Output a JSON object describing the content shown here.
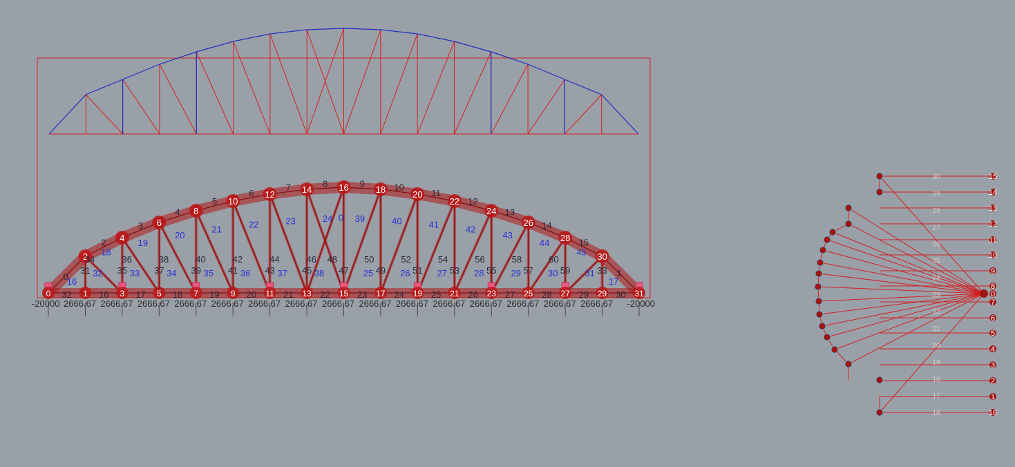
{
  "viewport": {
    "background": "#9aa0a8",
    "colors": {
      "frame": "#d42020",
      "arch_line": "#2030c0",
      "member_line": "#d42020",
      "pipe_fill": "#b01818",
      "node_fill": "#b81a1a",
      "node_label": "#ffffff",
      "support": "#e85a80",
      "label_dark": "#2a2a3a",
      "label_blue": "#2433d6",
      "force_node": "#9e1515",
      "force_outline": "#4fc0e0",
      "force_text": "#d8c8c8"
    }
  },
  "truss": {
    "top_node_labels": [
      "2",
      "4",
      "6",
      "8",
      "10",
      "12",
      "14",
      "16",
      "18",
      "20",
      "22",
      "24",
      "26",
      "28",
      "30"
    ],
    "bottom_node_labels": [
      "0",
      "1",
      "3",
      "5",
      "7",
      "9",
      "11",
      "13",
      "15",
      "17",
      "19",
      "21",
      "23",
      "25",
      "27",
      "29",
      "31"
    ],
    "top_chord_labels": [
      "2",
      "3",
      "4",
      "5",
      "6",
      "7",
      "8",
      "9",
      "10",
      "11",
      "12",
      "13",
      "14",
      "15"
    ],
    "bottom_chord_labels": [
      "32",
      "16",
      "17",
      "18",
      "19",
      "20",
      "21",
      "22",
      "23",
      "24",
      "25",
      "26",
      "27",
      "28",
      "29",
      "30"
    ],
    "end_labels": [
      "0",
      "1"
    ],
    "vertical_labels": [
      "31",
      "35",
      "37",
      "39",
      "41",
      "43",
      "45",
      "47",
      "49",
      "51",
      "53",
      "55",
      "57",
      "59",
      "33"
    ],
    "diagonal_labels": [
      "34",
      "36",
      "38",
      "40",
      "42",
      "44",
      "46",
      "48",
      "50",
      "52",
      "54",
      "56",
      "58",
      "60"
    ],
    "blue_diagonal_labels": [
      "18",
      "19",
      "20",
      "21",
      "22",
      "23",
      "24",
      "0",
      "39",
      "40",
      "41",
      "42",
      "43",
      "44",
      "45"
    ],
    "blue_inner_labels": [
      "32",
      "33",
      "34",
      "35",
      "36",
      "37",
      "38",
      "25",
      "26",
      "27",
      "28",
      "29",
      "30",
      "31"
    ],
    "blue_end_labels": [
      "16",
      "17"
    ],
    "dimension_labels": [
      "-20000",
      "2666.67",
      "2666.67",
      "2666.67",
      "2666.67",
      "2666.67",
      "2666.67",
      "2666.67",
      "2666.67",
      "2666.67",
      "2666.67",
      "2666.67",
      "2666.67",
      "2666.67",
      "2666.67",
      "2666.67",
      "-20000"
    ]
  },
  "force_diagram": {
    "right_labels": [
      "15",
      "14",
      "13",
      "12",
      "11",
      "10",
      "9",
      "8",
      "0",
      "7",
      "6",
      "5",
      "4",
      "3",
      "2",
      "1",
      "16"
    ],
    "member_labels": [
      "30",
      "29",
      "28",
      "27",
      "26",
      "25",
      "24",
      "23",
      "22",
      "21",
      "20",
      "19",
      "18",
      "17",
      "16"
    ]
  }
}
